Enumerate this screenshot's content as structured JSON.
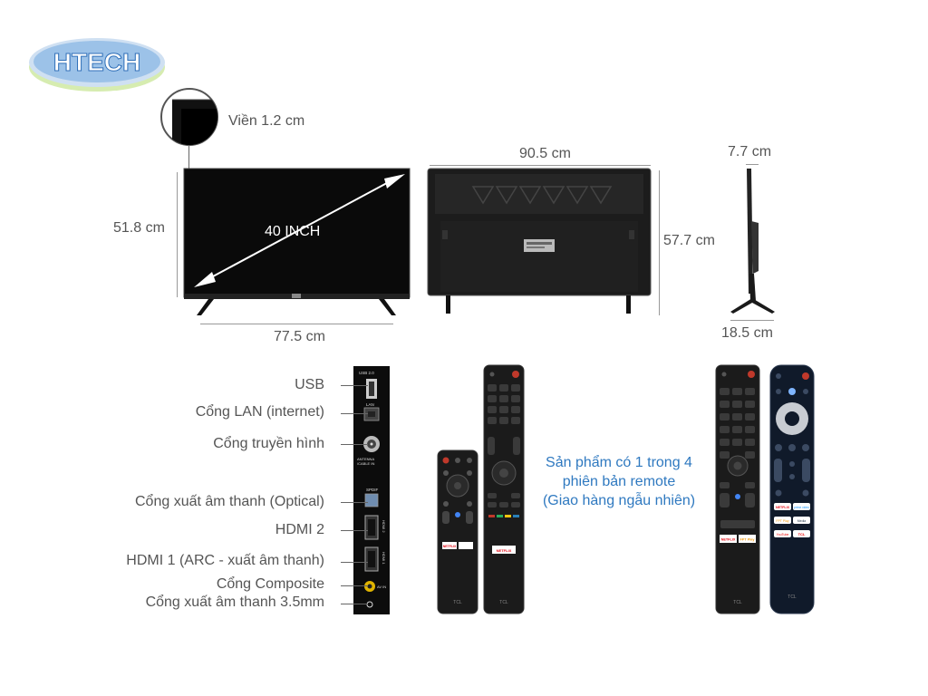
{
  "logo": {
    "text": "HTECH"
  },
  "dimensions": {
    "bezel": "Viền 1.2 cm",
    "screen_size": "40 INCH",
    "front_height": "51.8 cm",
    "front_width": "77.5 cm",
    "back_width": "90.5 cm",
    "back_height": "57.7 cm",
    "side_depth": "7.7 cm",
    "stand_depth": "18.5 cm"
  },
  "ports": [
    {
      "label": "USB",
      "panel_text": "USB 2.0"
    },
    {
      "label": "Cổng LAN (internet)",
      "panel_text": "LAN"
    },
    {
      "label": "Cổng truyền hình",
      "panel_text": "ANTENNA /CABLE IN"
    },
    {
      "label": "Cổng xuất âm thanh (Optical)",
      "panel_text": "SPDIF"
    },
    {
      "label": "HDMI 2",
      "panel_text": "HDMI 2"
    },
    {
      "label": "HDMI 1 (ARC - xuất âm thanh)",
      "panel_text": "HDMI 1"
    },
    {
      "label": "Cổng Composite",
      "panel_text": "AV IN"
    },
    {
      "label": "Cổng xuất âm thanh 3.5mm",
      "panel_text": ""
    }
  ],
  "remote_note": {
    "line1": "Sản phẩm có 1 trong 4",
    "line2": "phiên bản remote",
    "line3": "(Giao hàng ngẫu nhiên)"
  },
  "remotes": {
    "brand": "TCL",
    "netflix": "NETFLIX",
    "fpt": "FPT Play",
    "youtube": "YouTube",
    "prime": "prime video",
    "media": "Media",
    "brand_red": "TCL"
  },
  "colors": {
    "note_blue": "#2f79c0",
    "logo_blue": "#2f6fb8",
    "label_gray": "#555555",
    "netflix_red": "#e50914"
  }
}
